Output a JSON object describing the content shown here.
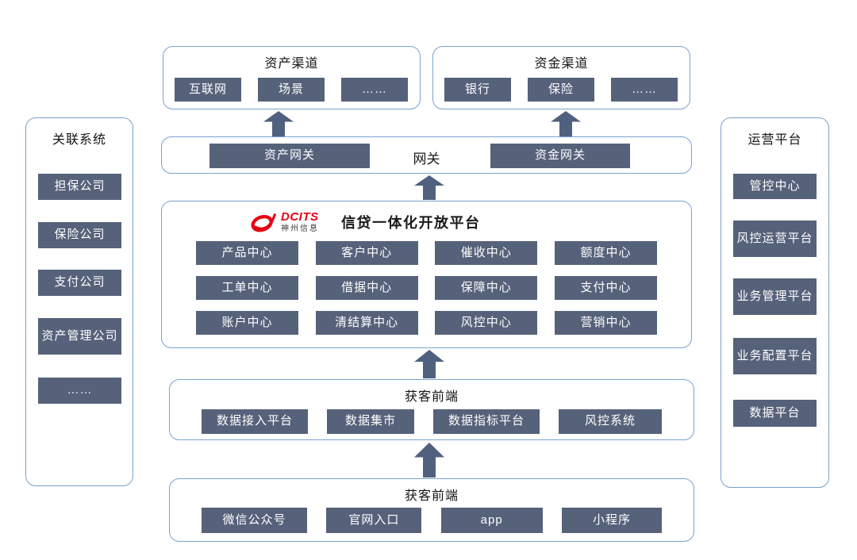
{
  "colors": {
    "node_fill": "#56617a",
    "arrow": "#50607f",
    "panel_border": "#7aa2cf",
    "logo_red": "#e60012"
  },
  "top_left_channel": {
    "title": "资产渠道",
    "items": [
      "互联网",
      "场景",
      "……"
    ]
  },
  "top_right_channel": {
    "title": "资金渠道",
    "items": [
      "银行",
      "保险",
      "……"
    ]
  },
  "gateway": {
    "title": "网关",
    "left_item": "资产网关",
    "right_item": "资金网关"
  },
  "platform": {
    "logo": {
      "brand": "DCITS",
      "subtitle": "神州信息"
    },
    "title": "信贷一体化开放平台",
    "centers": [
      "产品中心",
      "客户中心",
      "催收中心",
      "额度中心",
      "工单中心",
      "借据中心",
      "保障中心",
      "支付中心",
      "账户中心",
      "清结算中心",
      "风控中心",
      "营销中心"
    ]
  },
  "data_section": {
    "title": "获客前端",
    "items": [
      "数据接入平台",
      "数据集市",
      "数据指标平台",
      "风控系统"
    ]
  },
  "acquisition_section": {
    "title": "获客前端",
    "items": [
      "微信公众号",
      "官网入口",
      "app",
      "小程序"
    ]
  },
  "left_panel": {
    "title": "关联系统",
    "items": [
      "担保公司",
      "保险公司",
      "支付公司",
      "资产管理公司",
      "……"
    ]
  },
  "right_panel": {
    "title": "运营平台",
    "items": [
      "管控中心",
      "风控运营平台",
      "业务管理平台",
      "业务配置平台",
      "数据平台"
    ]
  }
}
